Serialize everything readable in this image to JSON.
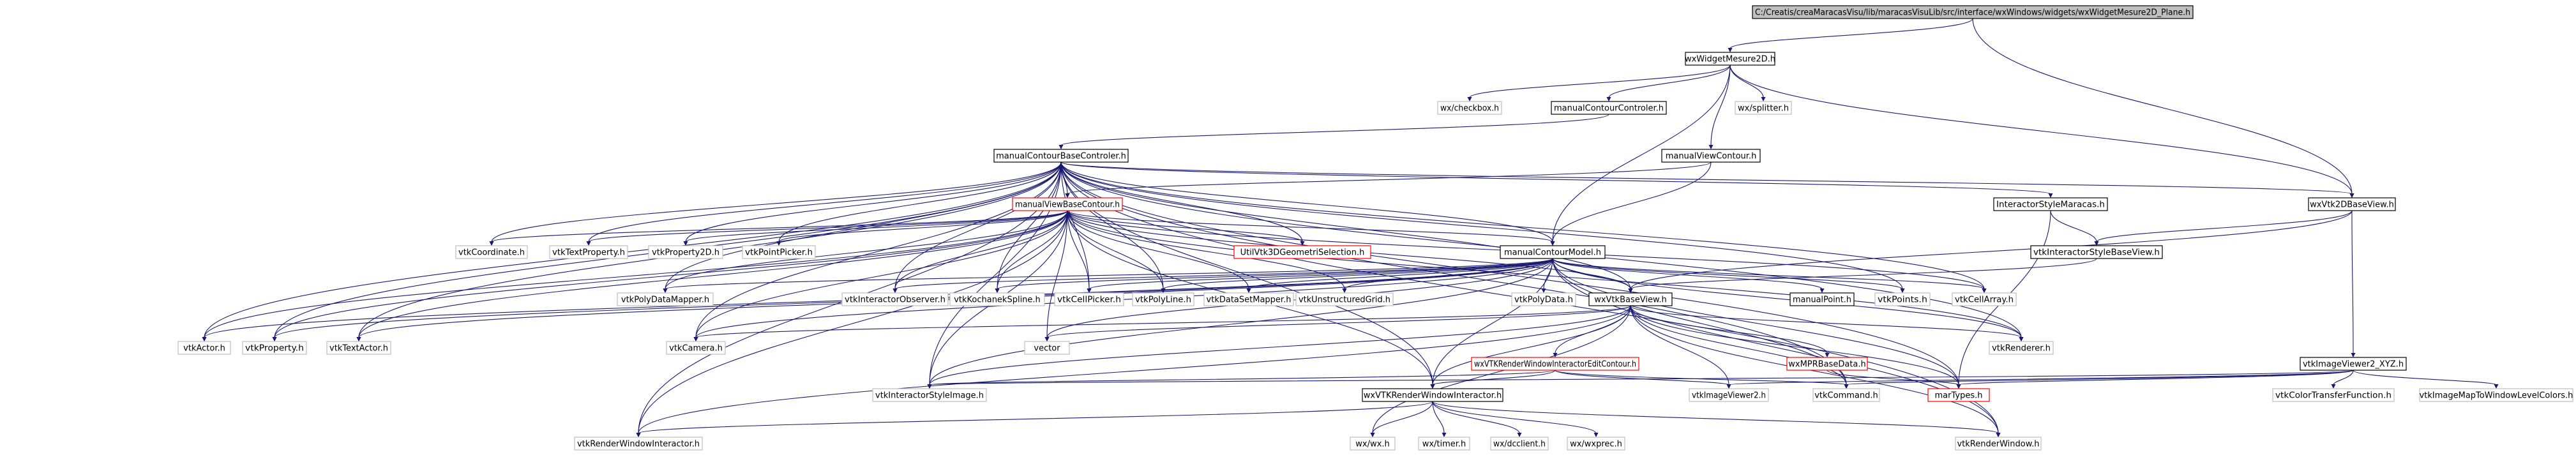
{
  "colors": {
    "edge": "#191970",
    "root_fill": "#bfbfbf",
    "red_border": "#ff0000",
    "gray_border": "#bfbfbf",
    "black_border": "#000000"
  },
  "nodes": [
    {
      "id": "root",
      "label": "C:/Creatis/creaMaracasVisu/lib/maracasVisuLib/src/interface/wxWindows/widgets/wxWidgetMesure2D_Plane.h",
      "style": "root"
    },
    {
      "id": "wxWidgetMesure2D",
      "label": "wxWidgetMesure2D.h",
      "style": "framed"
    },
    {
      "id": "wxcheckbox",
      "label": "wx/checkbox.h",
      "style": "plain"
    },
    {
      "id": "manualContourControler",
      "label": "manualContourControler.h",
      "style": "framed"
    },
    {
      "id": "wxsplitter",
      "label": "wx/splitter.h",
      "style": "plain"
    },
    {
      "id": "manualViewContour",
      "label": "manualViewContour.h",
      "style": "framed"
    },
    {
      "id": "manualContourBaseControler",
      "label": "manualContourBaseControler.h",
      "style": "framed"
    },
    {
      "id": "manualViewBaseContour",
      "label": "manualViewBaseContour.h",
      "style": "red"
    },
    {
      "id": "InteractorStyleMaracas",
      "label": "InteractorStyleMaracas.h",
      "style": "framed"
    },
    {
      "id": "wxVtk2DBaseView",
      "label": "wxVtk2DBaseView.h",
      "style": "framed"
    },
    {
      "id": "vtkCoordinate",
      "label": "vtkCoordinate.h",
      "style": "plain"
    },
    {
      "id": "vtkTextProperty",
      "label": "vtkTextProperty.h",
      "style": "plain"
    },
    {
      "id": "vtkProperty2D",
      "label": "vtkProperty2D.h",
      "style": "plain"
    },
    {
      "id": "vtkPointPicker",
      "label": "vtkPointPicker.h",
      "style": "plain"
    },
    {
      "id": "UtilVtk3DGeometriSelection",
      "label": "UtilVtk3DGeometriSelection.h",
      "style": "red"
    },
    {
      "id": "manualContourModel",
      "label": "manualContourModel.h",
      "style": "framed"
    },
    {
      "id": "vtkInteractorStyleBaseView",
      "label": "vtkInteractorStyleBaseView.h",
      "style": "framed"
    },
    {
      "id": "vtkPolyDataMapper",
      "label": "vtkPolyDataMapper.h",
      "style": "plain"
    },
    {
      "id": "vtkInteractorObserver",
      "label": "vtkInteractorObserver.h",
      "style": "plain"
    },
    {
      "id": "vtkKochanekSpline",
      "label": "vtkKochanekSpline.h",
      "style": "plain"
    },
    {
      "id": "vtkCellPicker",
      "label": "vtkCellPicker.h",
      "style": "plain"
    },
    {
      "id": "vtkPolyLine",
      "label": "vtkPolyLine.h",
      "style": "plain"
    },
    {
      "id": "vtkDataSetMapper",
      "label": "vtkDataSetMapper.h",
      "style": "plain"
    },
    {
      "id": "vtkUnstructuredGrid",
      "label": "vtkUnstructuredGrid.h",
      "style": "plain"
    },
    {
      "id": "vtkPolyData",
      "label": "vtkPolyData.h",
      "style": "plain"
    },
    {
      "id": "wxVtkBaseView",
      "label": "wxVtkBaseView.h",
      "style": "framed"
    },
    {
      "id": "manualPoint",
      "label": "manualPoint.h",
      "style": "framed"
    },
    {
      "id": "vtkPoints",
      "label": "vtkPoints.h",
      "style": "plain"
    },
    {
      "id": "vtkCellArray",
      "label": "vtkCellArray.h",
      "style": "plain"
    },
    {
      "id": "vtkActor",
      "label": "vtkActor.h",
      "style": "plain"
    },
    {
      "id": "vtkProperty",
      "label": "vtkProperty.h",
      "style": "plain"
    },
    {
      "id": "vtkTextActor",
      "label": "vtkTextActor.h",
      "style": "plain"
    },
    {
      "id": "vtkCamera",
      "label": "vtkCamera.h",
      "style": "plain"
    },
    {
      "id": "vector",
      "label": "vector",
      "style": "plain"
    },
    {
      "id": "vtkRenderer",
      "label": "vtkRenderer.h",
      "style": "plain"
    },
    {
      "id": "wxVTKRenderWindowInteractorEditContour",
      "label": "wxVTKRenderWindowInteractorEditContour.h",
      "style": "red"
    },
    {
      "id": "wxMPRBaseData",
      "label": "wxMPRBaseData.h",
      "style": "red"
    },
    {
      "id": "vtkImageViewer2_XYZ",
      "label": "vtkImageViewer2_XYZ.h",
      "style": "framed"
    },
    {
      "id": "vtkInteractorStyleImage",
      "label": "vtkInteractorStyleImage.h",
      "style": "plain"
    },
    {
      "id": "wxVTKRenderWindowInteractor",
      "label": "wxVTKRenderWindowInteractor.h",
      "style": "framed"
    },
    {
      "id": "vtkImageViewer2",
      "label": "vtkImageViewer2.h",
      "style": "plain"
    },
    {
      "id": "vtkCommand",
      "label": "vtkCommand.h",
      "style": "plain"
    },
    {
      "id": "marTypes",
      "label": "marTypes.h",
      "style": "red"
    },
    {
      "id": "vtkColorTransferFunction",
      "label": "vtkColorTransferFunction.h",
      "style": "plain"
    },
    {
      "id": "vtkImageMapToWindowLevelColors",
      "label": "vtkImageMapToWindowLevelColors.h",
      "style": "plain"
    },
    {
      "id": "vtkRenderWindowInteractor",
      "label": "vtkRenderWindowInteractor.h",
      "style": "plain"
    },
    {
      "id": "wxwx",
      "label": "wx/wx.h",
      "style": "plain"
    },
    {
      "id": "wxtimer",
      "label": "wx/timer.h",
      "style": "plain"
    },
    {
      "id": "wxdcclient",
      "label": "wx/dcclient.h",
      "style": "plain"
    },
    {
      "id": "wxwxprec",
      "label": "wx/wxprec.h",
      "style": "plain"
    },
    {
      "id": "vtkRenderWindow",
      "label": "vtkRenderWindow.h",
      "style": "plain"
    }
  ],
  "edges": [
    [
      "root",
      "wxWidgetMesure2D"
    ],
    [
      "root",
      "wxVtk2DBaseView"
    ],
    [
      "wxWidgetMesure2D",
      "wxcheckbox"
    ],
    [
      "wxWidgetMesure2D",
      "manualContourControler"
    ],
    [
      "wxWidgetMesure2D",
      "wxsplitter"
    ],
    [
      "wxWidgetMesure2D",
      "manualViewContour"
    ],
    [
      "wxWidgetMesure2D",
      "wxVtk2DBaseView"
    ],
    [
      "wxWidgetMesure2D",
      "manualContourModel"
    ],
    [
      "manualContourControler",
      "manualContourBaseControler"
    ],
    [
      "manualViewContour",
      "manualViewBaseContour"
    ],
    [
      "manualViewContour",
      "manualContourModel"
    ],
    [
      "manualContourBaseControler",
      "manualViewBaseContour"
    ],
    [
      "manualContourBaseControler",
      "InteractorStyleMaracas"
    ],
    [
      "manualContourBaseControler",
      "manualContourModel"
    ],
    [
      "manualContourBaseControler",
      "wxVtk2DBaseView"
    ],
    [
      "manualContourBaseControler",
      "vtkCoordinate"
    ],
    [
      "manualContourBaseControler",
      "vtkTextProperty"
    ],
    [
      "manualContourBaseControler",
      "vtkProperty2D"
    ],
    [
      "manualContourBaseControler",
      "vtkPointPicker"
    ],
    [
      "manualContourBaseControler",
      "UtilVtk3DGeometriSelection"
    ],
    [
      "manualContourBaseControler",
      "vtkPolyDataMapper"
    ],
    [
      "manualContourBaseControler",
      "vtkInteractorObserver"
    ],
    [
      "manualContourBaseControler",
      "vtkKochanekSpline"
    ],
    [
      "manualContourBaseControler",
      "vtkCellPicker"
    ],
    [
      "manualContourBaseControler",
      "vtkPolyLine"
    ],
    [
      "manualContourBaseControler",
      "vtkPoints"
    ],
    [
      "manualContourBaseControler",
      "vtkCellArray"
    ],
    [
      "manualContourBaseControler",
      "vtkActor"
    ],
    [
      "manualContourBaseControler",
      "vtkProperty"
    ],
    [
      "manualContourBaseControler",
      "vtkTextActor"
    ],
    [
      "manualContourBaseControler",
      "vtkCamera"
    ],
    [
      "manualContourBaseControler",
      "vtkRenderWindowInteractor"
    ],
    [
      "manualContourBaseControler",
      "wxVtkBaseView"
    ],
    [
      "manualContourBaseControler",
      "vtkRenderWindow"
    ],
    [
      "manualContourBaseControler",
      "vtkRenderer"
    ],
    [
      "manualContourBaseControler",
      "vtkInteractorStyleImage"
    ],
    [
      "manualContourBaseControler",
      "wxVTKRenderWindowInteractor"
    ],
    [
      "manualContourBaseControler",
      "vtkCommand"
    ],
    [
      "manualContourBaseControler",
      "marTypes"
    ],
    [
      "manualViewBaseContour",
      "vtkCoordinate"
    ],
    [
      "manualViewBaseContour",
      "vtkTextProperty"
    ],
    [
      "manualViewBaseContour",
      "vtkProperty2D"
    ],
    [
      "manualViewBaseContour",
      "vtkPointPicker"
    ],
    [
      "manualViewBaseContour",
      "UtilVtk3DGeometriSelection"
    ],
    [
      "manualViewBaseContour",
      "manualContourModel"
    ],
    [
      "manualViewBaseContour",
      "vtkPolyDataMapper"
    ],
    [
      "manualViewBaseContour",
      "vtkInteractorObserver"
    ],
    [
      "manualViewBaseContour",
      "vtkKochanekSpline"
    ],
    [
      "manualViewBaseContour",
      "vtkCellPicker"
    ],
    [
      "manualViewBaseContour",
      "vtkPolyLine"
    ],
    [
      "manualViewBaseContour",
      "vtkDataSetMapper"
    ],
    [
      "manualViewBaseContour",
      "vtkUnstructuredGrid"
    ],
    [
      "manualViewBaseContour",
      "wxVtkBaseView"
    ],
    [
      "manualViewBaseContour",
      "vtkActor"
    ],
    [
      "manualViewBaseContour",
      "vtkProperty"
    ],
    [
      "manualViewBaseContour",
      "vtkTextActor"
    ],
    [
      "manualViewBaseContour",
      "vtkCamera"
    ],
    [
      "manualViewBaseContour",
      "vector"
    ],
    [
      "manualViewBaseContour",
      "vtkRenderer"
    ],
    [
      "manualViewBaseContour",
      "vtkRenderWindowInteractor"
    ],
    [
      "manualViewBaseContour",
      "vtkInteractorStyleImage"
    ],
    [
      "manualViewBaseContour",
      "wxVTKRenderWindowInteractor"
    ],
    [
      "manualViewBaseContour",
      "vtkCellArray"
    ],
    [
      "InteractorStyleMaracas",
      "vtkInteractorStyleBaseView"
    ],
    [
      "InteractorStyleMaracas",
      "marTypes"
    ],
    [
      "wxVtk2DBaseView",
      "vtkInteractorStyleBaseView"
    ],
    [
      "wxVtk2DBaseView",
      "wxVtkBaseView"
    ],
    [
      "wxVtk2DBaseView",
      "vtkImageViewer2_XYZ"
    ],
    [
      "vtkInteractorStyleBaseView",
      "wxVtkBaseView"
    ],
    [
      "manualContourModel",
      "vtkPolyDataMapper"
    ],
    [
      "manualContourModel",
      "vtkInteractorObserver"
    ],
    [
      "manualContourModel",
      "vtkKochanekSpline"
    ],
    [
      "manualContourModel",
      "vtkCellPicker"
    ],
    [
      "manualContourModel",
      "vtkPolyLine"
    ],
    [
      "manualContourModel",
      "vtkDataSetMapper"
    ],
    [
      "manualContourModel",
      "vtkUnstructuredGrid"
    ],
    [
      "manualContourModel",
      "vtkPolyData"
    ],
    [
      "manualContourModel",
      "wxVtkBaseView"
    ],
    [
      "manualContourModel",
      "manualPoint"
    ],
    [
      "manualContourModel",
      "vtkPoints"
    ],
    [
      "manualContourModel",
      "vtkCellArray"
    ],
    [
      "manualContourModel",
      "vtkActor"
    ],
    [
      "manualContourModel",
      "vtkProperty"
    ],
    [
      "manualContourModel",
      "vtkTextActor"
    ],
    [
      "manualContourModel",
      "vtkCamera"
    ],
    [
      "manualContourModel",
      "vector"
    ],
    [
      "manualContourModel",
      "vtkRenderer"
    ],
    [
      "manualContourModel",
      "vtkInteractorStyleImage"
    ],
    [
      "manualContourModel",
      "wxVTKRenderWindowInteractor"
    ],
    [
      "manualContourModel",
      "vtkCommand"
    ],
    [
      "manualContourModel",
      "marTypes"
    ],
    [
      "manualContourModel",
      "vtkRenderWindow"
    ],
    [
      "wxVtkBaseView",
      "vtkCamera"
    ],
    [
      "wxVtkBaseView",
      "vector"
    ],
    [
      "wxVtkBaseView",
      "vtkRenderer"
    ],
    [
      "wxVtkBaseView",
      "wxVTKRenderWindowInteractorEditContour"
    ],
    [
      "wxVtkBaseView",
      "wxMPRBaseData"
    ],
    [
      "wxVtkBaseView",
      "vtkInteractorStyleImage"
    ],
    [
      "wxVtkBaseView",
      "wxVTKRenderWindowInteractor"
    ],
    [
      "wxVtkBaseView",
      "vtkImageViewer2"
    ],
    [
      "wxVtkBaseView",
      "vtkCommand"
    ],
    [
      "wxVtkBaseView",
      "marTypes"
    ],
    [
      "wxVtkBaseView",
      "vtkRenderWindowInteractor"
    ],
    [
      "wxVtkBaseView",
      "wxwx"
    ],
    [
      "wxVtkBaseView",
      "vtkRenderWindow"
    ],
    [
      "wxVTKRenderWindowInteractorEditContour",
      "vtkInteractorStyleImage"
    ],
    [
      "wxVTKRenderWindowInteractorEditContour",
      "wxVTKRenderWindowInteractor"
    ],
    [
      "wxVTKRenderWindowInteractorEditContour",
      "vtkImageViewer2"
    ],
    [
      "wxVTKRenderWindowInteractorEditContour",
      "vtkCommand"
    ],
    [
      "wxMPRBaseData",
      "marTypes"
    ],
    [
      "vtkImageViewer2_XYZ",
      "vtkColorTransferFunction"
    ],
    [
      "vtkImageViewer2_XYZ",
      "vtkImageMapToWindowLevelColors"
    ],
    [
      "vtkImageViewer2_XYZ",
      "marTypes"
    ],
    [
      "vtkImageViewer2_XYZ",
      "vtkCommand"
    ],
    [
      "vtkImageViewer2_XYZ",
      "vtkImageViewer2"
    ],
    [
      "vtkImageViewer2_XYZ",
      "vtkInteractorStyleImage"
    ],
    [
      "wxVTKRenderWindowInteractor",
      "vtkRenderWindowInteractor"
    ],
    [
      "wxVTKRenderWindowInteractor",
      "wxwx"
    ],
    [
      "wxVTKRenderWindowInteractor",
      "wxtimer"
    ],
    [
      "wxVTKRenderWindowInteractor",
      "wxdcclient"
    ],
    [
      "wxVTKRenderWindowInteractor",
      "wxwxprec"
    ],
    [
      "wxVTKRenderWindowInteractor",
      "vtkRenderWindow"
    ]
  ]
}
